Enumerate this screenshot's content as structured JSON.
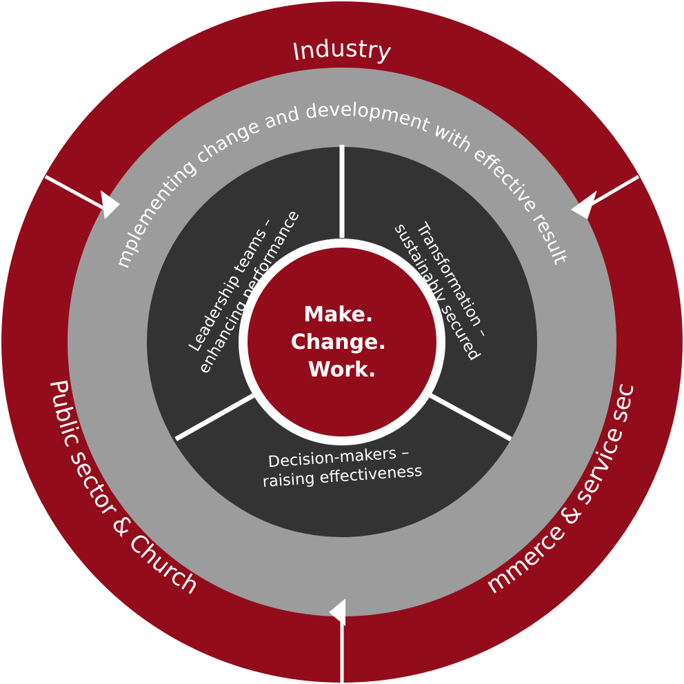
{
  "colors": {
    "maroon": "#930c1c",
    "gray": "#9c9c9c",
    "dark": "#333333",
    "separator": "#ffffff"
  },
  "outer_ring": {
    "segments": [
      {
        "label": "Industry"
      },
      {
        "label": "Commerce & service sector"
      },
      {
        "label": "Public sector & Church"
      }
    ]
  },
  "middle_ring": {
    "label": "Implementing change and development with effective results"
  },
  "inner_ring": {
    "segments": [
      {
        "lines": [
          "Leadership teams –",
          "enhancing performance"
        ]
      },
      {
        "lines": [
          "Transformation –",
          "sustainably secured"
        ]
      },
      {
        "lines": [
          "Decision-makers –",
          "raising effectiveness"
        ]
      }
    ]
  },
  "center": {
    "lines": [
      "Make.",
      "Change.",
      "Work."
    ]
  }
}
